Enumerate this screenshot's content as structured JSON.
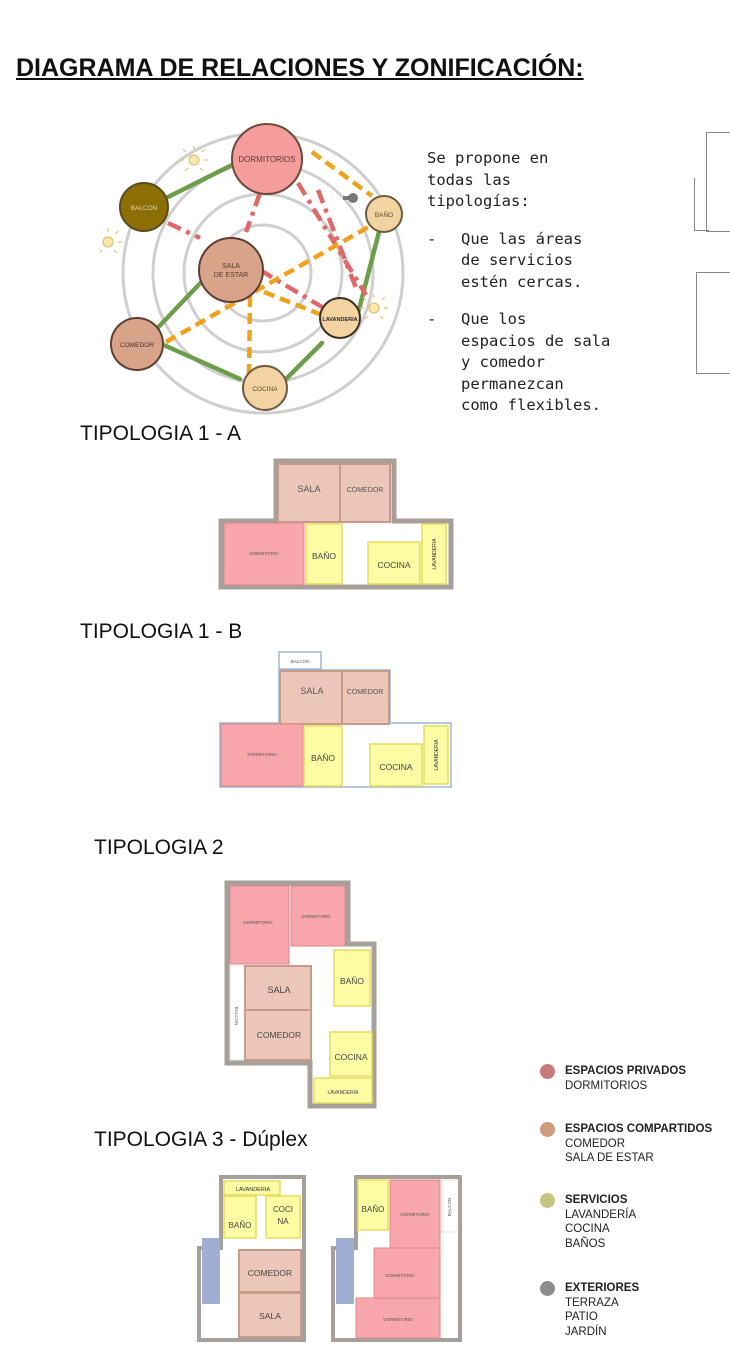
{
  "title": "DIAGRAMA DE RELACIONES Y ZONIFICACIÓN:",
  "bubbles": {
    "dormitorios": "DORMITORIOS",
    "balcon": "BALCON",
    "bano": "BAÑO",
    "sala": [
      "SALA",
      "DE ESTAR"
    ],
    "lavanderia": "LAVANDERIA",
    "comedor": "COMEDOR",
    "cocina": "COCINA"
  },
  "colors": {
    "private": "#f59c9c",
    "shared": "#d9a38a",
    "service": "#f3d3a2",
    "balcon": "#8b6f05",
    "ring": "#cfcfcf",
    "green": "#6b9d4a",
    "red_dash": "#e06868",
    "orange_dash": "#f0a21e",
    "room_pink": "#f7a7ac",
    "room_tan": "#ecc7b9",
    "room_yellow": "#fdfba3",
    "room_blue": "#a0aed4",
    "wall": "#a7a09a"
  },
  "note": {
    "intro": "Se propone en\ntodas las\ntipologías:",
    "bullets": [
      {
        "dash": "-",
        "text": "Que las áreas\nde servicios\nestén cercas."
      },
      {
        "dash": "-",
        "text": "Que los\nespacios de sala\ny comedor\npermanezcan\ncomo flexibles."
      }
    ]
  },
  "typologies": {
    "t1a": {
      "title": "TIPOLOGIA 1 - A",
      "rooms": {
        "sala": "SALA",
        "comedor": "COMEDOR",
        "dormitorio": "DORMITORIO",
        "bano": "BAÑO",
        "cocina": "COCINA",
        "lavanderia": "LAVANDERIA"
      }
    },
    "t1b": {
      "title": "TIPOLOGIA 1 - B",
      "rooms": {
        "balcon": "BALCON",
        "sala": "SALA",
        "comedor": "COMEDOR",
        "dormitorio": "DORMITORIO",
        "bano": "BAÑO",
        "cocina": "COCINA",
        "lavanderia": "LAVANDERIA"
      }
    },
    "t2": {
      "title": "TIPOLOGIA  2",
      "rooms": {
        "dormitorio1": "DORMITORIO",
        "dormitorio2": "DORMITORIO",
        "bano": "BAÑO",
        "sala": "SALA",
        "comedor": "COMEDOR",
        "balcon": "BALCON",
        "cocina": "COCINA",
        "lavanderia": "LAVANDERIA"
      }
    },
    "t3": {
      "title": "TIPOLOGIA 3 - Dúplex",
      "rooms": {
        "lavanderia": "LAVANDERIA",
        "bano": "BAÑO",
        "cocina": "COCI",
        "cocina2": "NA",
        "comedor": "COMEDOR",
        "sala": "SALA",
        "bano2": "BAÑO",
        "dormitorio1": "DORMITORIO",
        "dormitorio2": "DORMITORIO",
        "dormitorio3": "DORMITORIO",
        "balcon": "BALCON"
      }
    }
  },
  "legend": [
    {
      "color": "#c97978",
      "title": "ESPACIOS PRIVADOS",
      "items": [
        "DORMITORIOS"
      ]
    },
    {
      "color": "#cf9a7d",
      "title": "ESPACIOS COMPARTIDOS",
      "items": [
        "COMEDOR",
        "SALA DE ESTAR"
      ]
    },
    {
      "color": "#c6c581",
      "title": "SERVICIOS",
      "items": [
        "LAVANDERÍA",
        "COCINA",
        "BAÑOS"
      ]
    },
    {
      "color": "#8c8c8c",
      "title": "EXTERIORES",
      "items": [
        "TERRAZA",
        "PATIO",
        "JARDÍN"
      ]
    }
  ]
}
